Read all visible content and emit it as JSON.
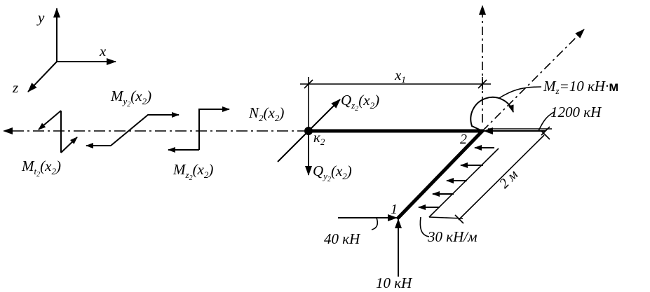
{
  "axes": {
    "y_label": "y",
    "x_label": "x",
    "z_label": "z"
  },
  "dimensions": {
    "x1_label": "x",
    "x1_sub": "1",
    "length_label": "2 м"
  },
  "internal_forces": {
    "N2": {
      "main": "N",
      "sub": "2",
      "arg": "(x",
      "arg_sub": "2",
      "close": ")"
    },
    "Qz2": {
      "main": "Q",
      "sub": "z",
      "subsub": "2",
      "arg": "(x",
      "arg_sub": "2",
      "close": ")"
    },
    "Qy2": {
      "main": "Q",
      "sub": "y",
      "subsub": "2",
      "arg": "(x",
      "arg_sub": "2",
      "close": ")"
    },
    "My2": {
      "main": "M",
      "sub": "y",
      "subsub": "2",
      "arg": "(x",
      "arg_sub": "2",
      "close": ")"
    },
    "Mz2": {
      "main": "M",
      "sub": "z",
      "subsub": "2",
      "arg": "(x",
      "arg_sub": "2",
      "close": ")"
    },
    "Mt2": {
      "main": "M",
      "sub": "t",
      "subsub": "2",
      "arg": "(x",
      "arg_sub": "2",
      "close": ")"
    }
  },
  "points": {
    "k2_main": "к",
    "k2_sub": "2",
    "p1": "1",
    "p2": "2"
  },
  "loads": {
    "moment_main": "M",
    "moment_sub": "z",
    "moment_value": "=10 кН·",
    "moment_unit": "м",
    "force_1200": "1200 кН",
    "force_40": "40 кН",
    "force_10": "10 кН",
    "distributed": "30 кН/м"
  }
}
